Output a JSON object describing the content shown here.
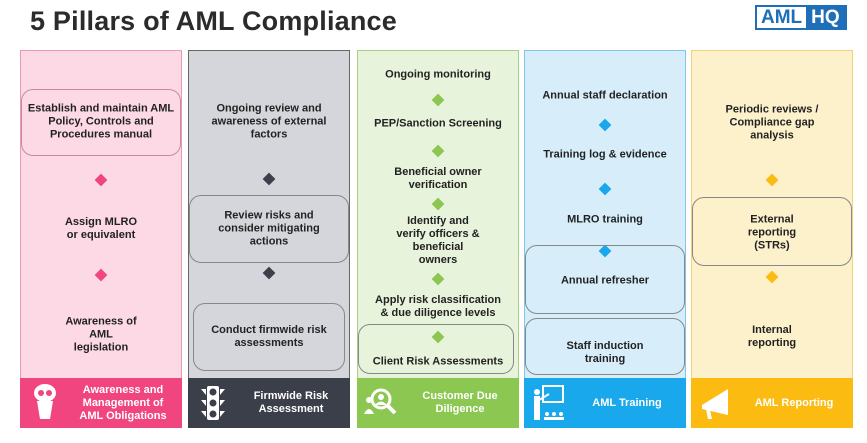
{
  "title": "5 Pillars of AML Compliance",
  "logo": {
    "left": "AML",
    "right": "HQ"
  },
  "colors": {
    "pink": "#f0457e",
    "grey": "#3b3f4a",
    "green": "#8cc751",
    "blue": "#1aa8ec",
    "yellow": "#fbbb10"
  },
  "pillars": [
    {
      "footer": "Awareness and Management of AML Obligations",
      "icon": "owl-icon",
      "items": [
        "Establish and maintain AML Policy, Controls and Procedures manual",
        "Assign MLRO or equivalent",
        "Awareness of AML legislation"
      ]
    },
    {
      "footer": "Firmwide Risk Assessment",
      "icon": "traffic-light-icon",
      "items": [
        "Ongoing review and awareness of external factors",
        "Review risks and consider mitigating actions",
        "Conduct firmwide risk assessments"
      ]
    },
    {
      "footer": "Customer Due Diligence",
      "icon": "people-search-icon",
      "items": [
        "Ongoing monitoring",
        "PEP/Sanction Screening",
        "Beneficial owner verification",
        "Identify and verify officers & beneficial owners",
        "Apply risk classification & due diligence levels",
        "Client Risk Assessments"
      ]
    },
    {
      "footer": "AML Training",
      "icon": "presentation-icon",
      "items": [
        "Annual staff declaration",
        "Training log & evidence",
        "MLRO training",
        "Annual refresher",
        "Staff induction training"
      ]
    },
    {
      "footer": "AML Reporting",
      "icon": "megaphone-icon",
      "items": [
        "Periodic reviews / Compliance gap analysis",
        "External reporting (STRs)",
        "Internal reporting"
      ]
    }
  ]
}
